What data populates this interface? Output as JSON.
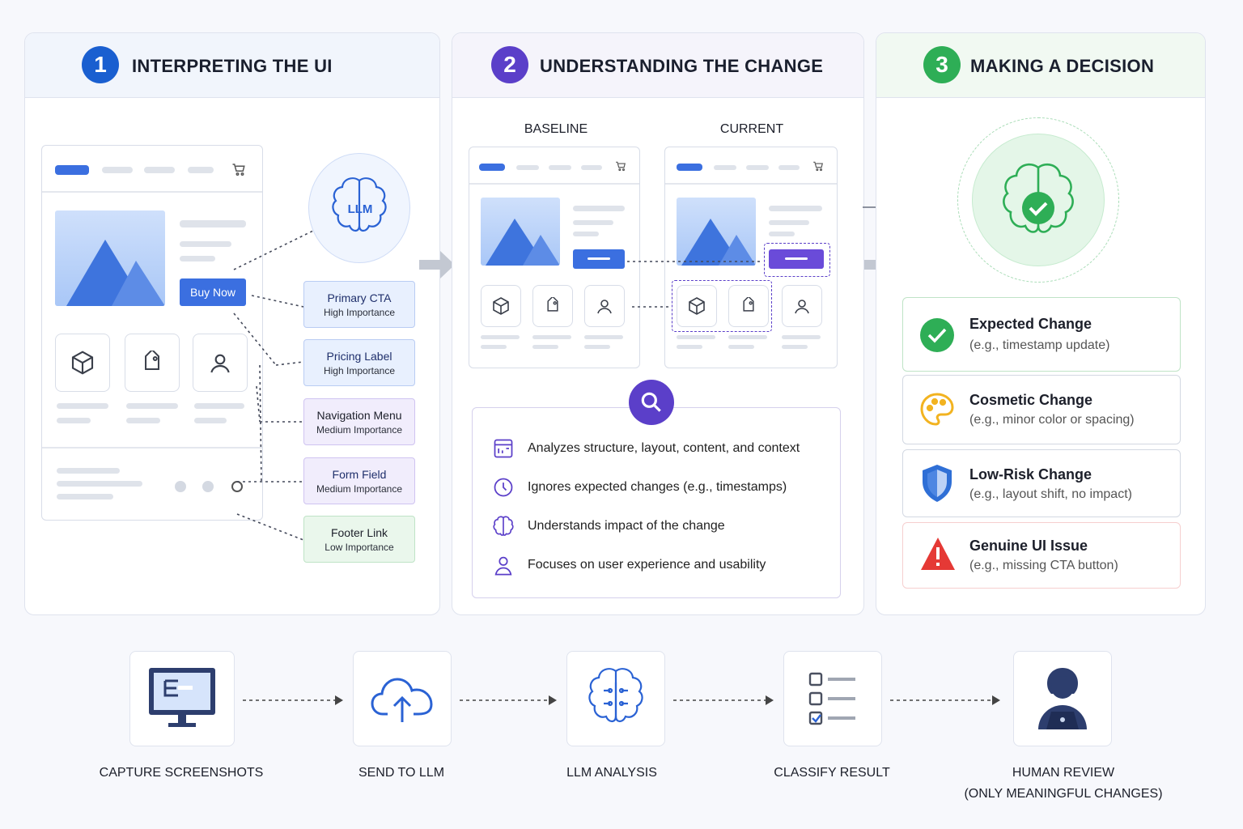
{
  "panels": [
    {
      "number": "1",
      "title": "INTERPRETING THE UI",
      "color": "#1a5fd0"
    },
    {
      "number": "2",
      "title": "UNDERSTANDING THE CHANGE",
      "color": "#5b3fc9"
    },
    {
      "number": "3",
      "title": "MAKING A DECISION",
      "color": "#2eae56"
    }
  ],
  "interpret": {
    "buy_button": "Buy Now",
    "llm_badge": "LLM",
    "labels": [
      {
        "name": "Primary CTA",
        "importance": "High Importance"
      },
      {
        "name": "Pricing Label",
        "importance": "High Importance"
      },
      {
        "name": "Navigation Menu",
        "importance": "Medium Importance"
      },
      {
        "name": "Form Field",
        "importance": "Medium Importance"
      },
      {
        "name": "Footer Link",
        "importance": "Low Importance"
      }
    ]
  },
  "compare": {
    "baseline_label": "BASELINE",
    "current_label": "CURRENT",
    "analysis": [
      {
        "icon": "layout-icon",
        "text": "Analyzes structure, layout, content, and context"
      },
      {
        "icon": "clock-icon",
        "text": "Ignores expected changes (e.g., timestamps)"
      },
      {
        "icon": "brain-icon",
        "text": "Understands impact of the change"
      },
      {
        "icon": "user-icon",
        "text": "Focuses on user experience and usability"
      }
    ]
  },
  "decisions": [
    {
      "title": "Expected Change",
      "subtitle": "(e.g., timestamp update)",
      "icon": "check-circle-icon",
      "color": "#2eae56"
    },
    {
      "title": "Cosmetic Change",
      "subtitle": "(e.g., minor color or spacing)",
      "icon": "palette-icon",
      "color": "#f2b320"
    },
    {
      "title": "Low-Risk Change",
      "subtitle": "(e.g., layout shift, no impact)",
      "icon": "shield-icon",
      "color": "#2f6fd6"
    },
    {
      "title": "Genuine UI Issue",
      "subtitle": "(e.g., missing CTA button)",
      "icon": "warning-icon",
      "color": "#e53935"
    }
  ],
  "pipeline": [
    {
      "label": "CAPTURE SCREENSHOTS",
      "icon": "monitor-icon"
    },
    {
      "label": "SEND TO LLM",
      "icon": "cloud-upload-icon"
    },
    {
      "label": "LLM ANALYSIS",
      "icon": "brain-icon"
    },
    {
      "label": "CLASSIFY RESULT",
      "icon": "checklist-icon"
    },
    {
      "label": "HUMAN REVIEW",
      "label2": "(ONLY MEANINGFUL CHANGES)",
      "icon": "person-laptop-icon"
    }
  ]
}
